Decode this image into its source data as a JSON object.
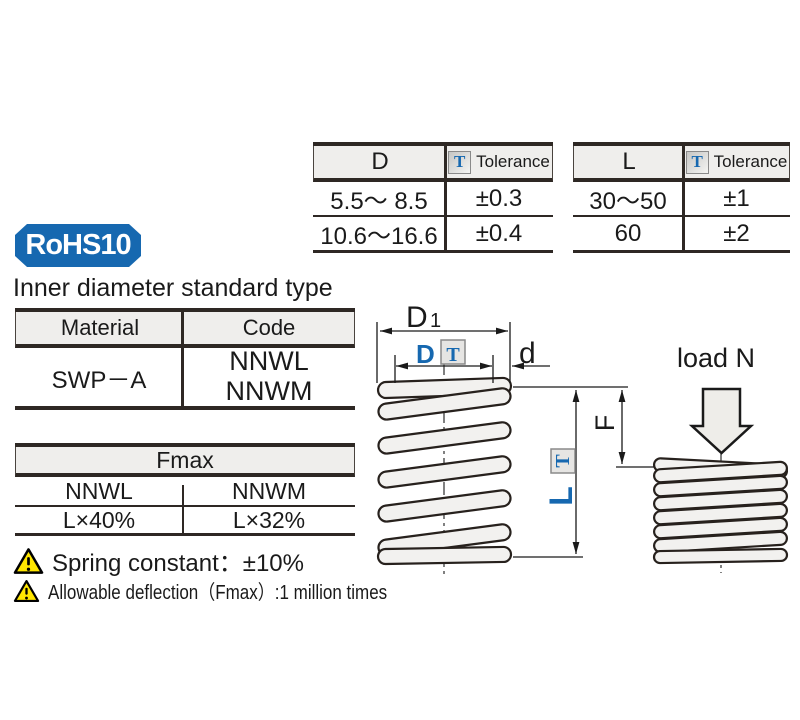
{
  "colors": {
    "accent_blue": "#1668b0",
    "line_dark": "#2e2824",
    "header_bg": "#efeeec",
    "warning_yellow": "#ffe600",
    "spring_fill": "#f2f1ef"
  },
  "badge": {
    "label": "RoHS10"
  },
  "heading": "Inner diameter standard type",
  "tables": {
    "d_tolerance": {
      "col1_header": "D",
      "t_icon": "T",
      "col2_header": "Tolerance",
      "rows": [
        [
          "5.5～ 8.5",
          "±0.3"
        ],
        [
          "10.6～16.6",
          "±0.4"
        ]
      ]
    },
    "l_tolerance": {
      "col1_header": "L",
      "t_icon": "T",
      "col2_header": "Tolerance",
      "rows": [
        [
          "30～50",
          "±1"
        ],
        [
          "60",
          "±2"
        ]
      ]
    },
    "material": {
      "headers": [
        "Material",
        "Code"
      ],
      "material": "SWP－A",
      "codes": [
        "NNWL",
        "NNWM"
      ]
    },
    "fmax": {
      "header": "Fmax",
      "cols": [
        "NNWL",
        "NNWM"
      ],
      "values": [
        "L×40%",
        "L×32%"
      ]
    }
  },
  "notes": [
    {
      "icon": "warning-triangle",
      "text": "Spring constant：±10%"
    },
    {
      "icon": "warning-triangle",
      "text": "Allowable deflection（Fmax）:1 million times"
    }
  ],
  "diagram": {
    "labels": {
      "d1_main": "D",
      "d1_sub": "1",
      "inner_d": "D",
      "t_icon": "T",
      "wire_d": "d",
      "length": "L",
      "deflection": "F",
      "load": "load N"
    }
  }
}
